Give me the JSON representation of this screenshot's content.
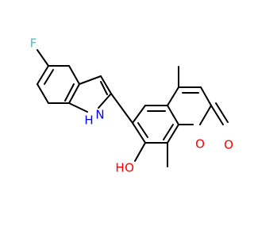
{
  "molecule": {
    "atoms": {
      "F": {
        "label": "F",
        "color": "#33cccc"
      },
      "NH_N": {
        "label": "N",
        "color": "#0000ff"
      },
      "NH_H": {
        "label": "H",
        "color": "#0000ff"
      },
      "OH_O": {
        "label": "O",
        "color": "#ff0000"
      },
      "OH_H": {
        "label": "H",
        "color": "#ff0000"
      },
      "O_ring": {
        "label": "O",
        "color": "#ff0000"
      },
      "O_carbonyl": {
        "label": "O",
        "color": "#ff0000"
      }
    },
    "colors": {
      "bond": "#000000",
      "background": "#ffffff"
    }
  }
}
